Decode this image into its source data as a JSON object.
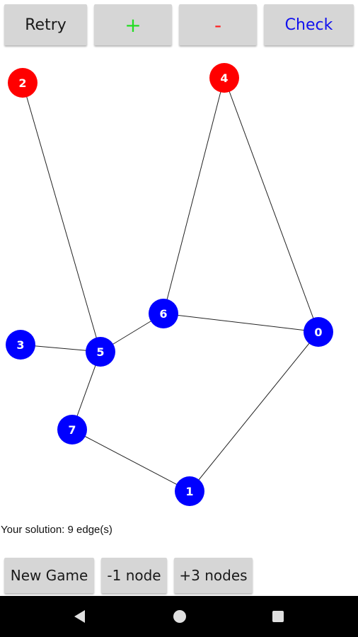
{
  "toolbar": {
    "retry_label": "Retry",
    "plus_label": "+",
    "minus_label": "-",
    "check_label": "Check",
    "plus_color": "#22dd22",
    "minus_color": "#ff2020",
    "check_color": "#1010ee"
  },
  "graph": {
    "colors": {
      "blue_node": "#0000ff",
      "red_node": "#ff0000",
      "edge": "#222222",
      "label": "#ffffff"
    },
    "nodes": [
      {
        "label": "0",
        "color": "blue"
      },
      {
        "label": "1",
        "color": "blue"
      },
      {
        "label": "2",
        "color": "red"
      },
      {
        "label": "3",
        "color": "blue"
      },
      {
        "label": "4",
        "color": "red"
      },
      {
        "label": "5",
        "color": "blue"
      },
      {
        "label": "6",
        "color": "blue"
      },
      {
        "label": "7",
        "color": "blue"
      }
    ],
    "edges": [
      [
        "2",
        "5"
      ],
      [
        "4",
        "6"
      ],
      [
        "4",
        "0"
      ],
      [
        "6",
        "0"
      ],
      [
        "6",
        "5"
      ],
      [
        "3",
        "5"
      ],
      [
        "5",
        "7"
      ],
      [
        "7",
        "1"
      ],
      [
        "1",
        "0"
      ]
    ]
  },
  "status": {
    "text": "Your solution: 9 edge(s)"
  },
  "bottom": {
    "new_game_label": "New Game",
    "minus_node_label": "-1 node",
    "plus_nodes_label": "+3 nodes"
  },
  "navbar": {
    "back_icon": "back-triangle-icon",
    "home_icon": "home-circle-icon",
    "recents_icon": "recents-square-icon"
  }
}
